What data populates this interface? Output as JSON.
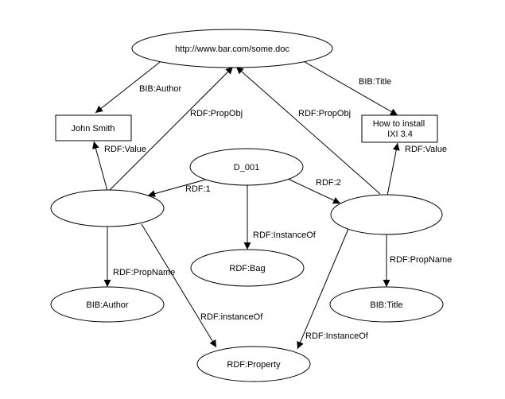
{
  "nodes": {
    "doc": "http://www.bar.com/some.doc",
    "john_smith": "John Smith",
    "how_to_install": [
      "How to install",
      "IXI 3.4"
    ],
    "d001": "D_001",
    "blank_left": "",
    "blank_right": "",
    "rdf_bag": "RDF:Bag",
    "bib_author": "BIB:Author",
    "bib_title": "BIB:Title",
    "rdf_property": "RDF:Property"
  },
  "edges": {
    "doc_author": "BIB:Author",
    "doc_title": "BIB:Title",
    "left_propobj": "RDF:PropObj",
    "right_propobj": "RDF:PropObj",
    "left_value": "RDF:Value",
    "right_value": "RDF:Value",
    "d001_rdf1": "RDF:1",
    "d001_rdf2": "RDF:2",
    "d001_instanceof": "RDF:InstanceOf",
    "left_propname": "RDF:PropName",
    "right_propname": "RDF:PropName",
    "left_instanceof": "RDF:instanceOf",
    "right_instanceof": "RDF:InstanceOf"
  }
}
